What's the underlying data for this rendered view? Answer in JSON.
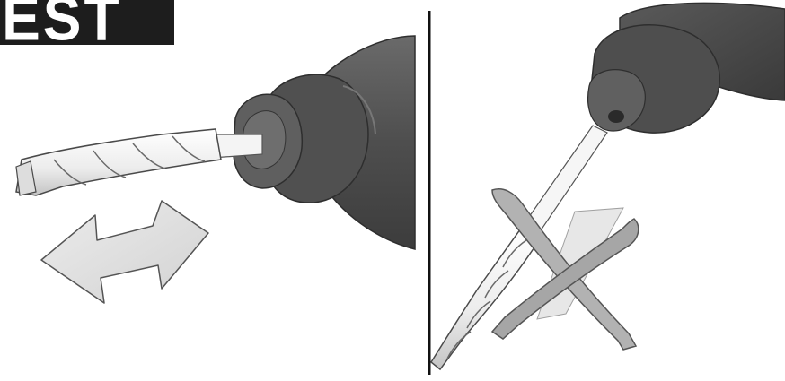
{
  "label": {
    "text": "TEST",
    "background": "#1d1d1d",
    "color": "#ffffff"
  },
  "panels": [
    {
      "name": "correct-insertion",
      "icon": "hammer-drill-chuck-with-bit-and-double-arrow"
    },
    {
      "name": "incorrect-insertion",
      "icon": "crossed-out-bit-insertion"
    }
  ],
  "colors": {
    "tool_dark": "#4a4a4a",
    "tool_mid": "#5c5c5c",
    "tool_light": "#7a7a7a",
    "bit_light": "#f2f2f2",
    "bit_shade": "#bdbdbd",
    "arrow_fill": "#dcdcdc",
    "divider": "#111111",
    "cross": "#a8a8a8"
  }
}
